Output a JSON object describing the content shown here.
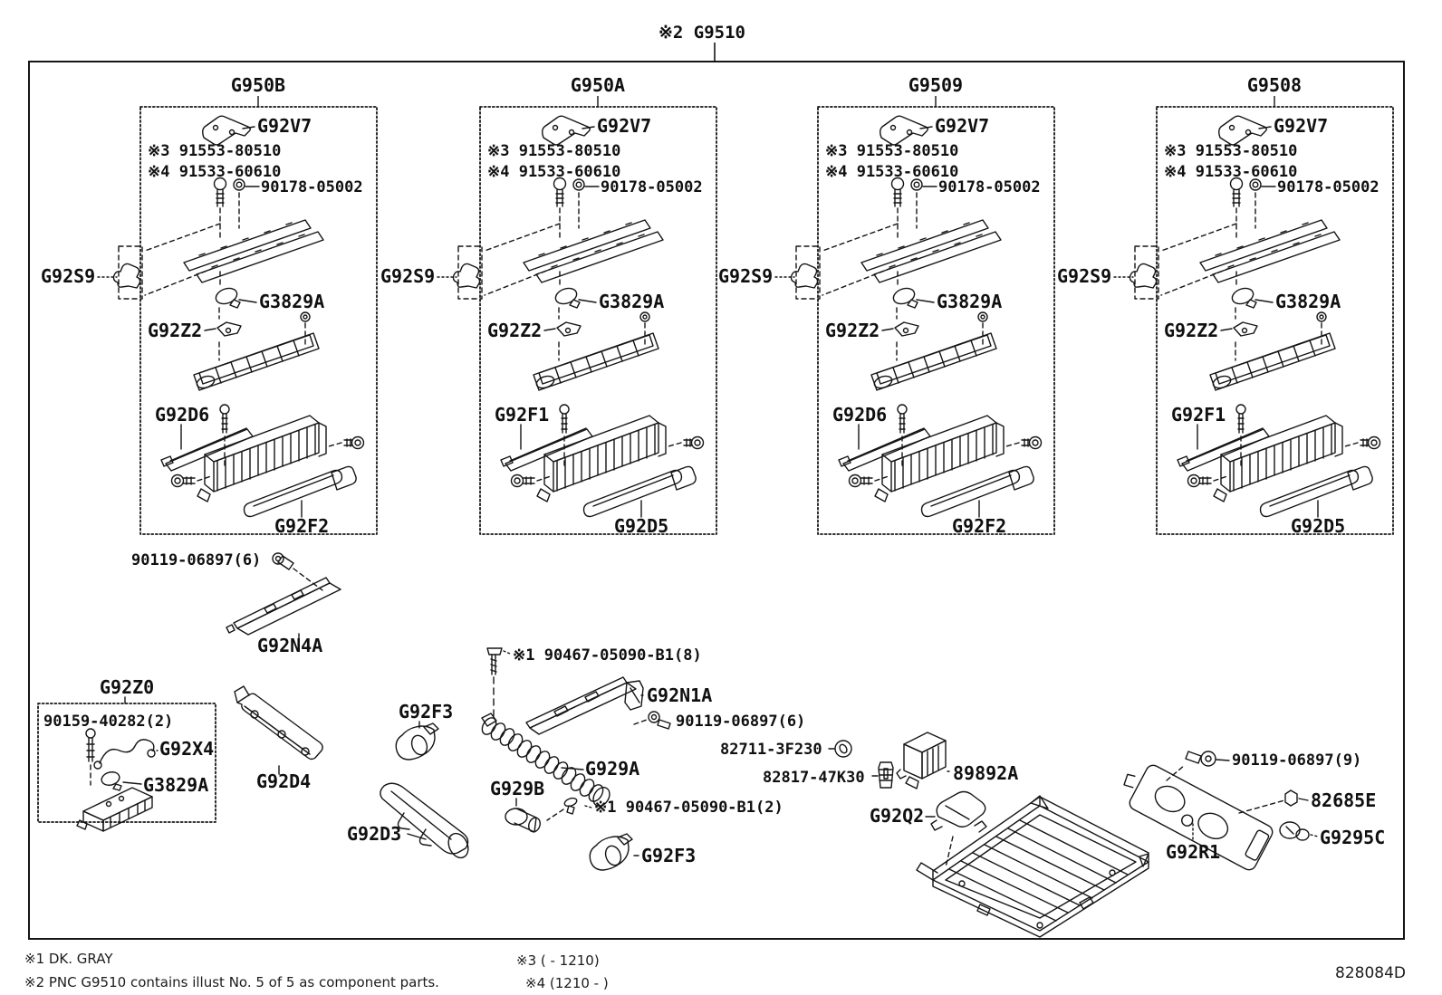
{
  "title": "※2 G9510",
  "doc_number": "828084D",
  "boxes": [
    {
      "label": "G950B",
      "side": "G92S9",
      "bracket": "G92V7",
      "note3": "※3 91553-80510",
      "note4": "※4 91533-60610",
      "bolt": "90178-05002",
      "clamp": "G3829A",
      "stopper": "G92Z2",
      "plate": "G92D6",
      "cover": "G92F2"
    },
    {
      "label": "G950A",
      "side": "G92S9",
      "bracket": "G92V7",
      "note3": "※3 91553-80510",
      "note4": "※4 91533-60610",
      "bolt": "90178-05002",
      "clamp": "G3829A",
      "stopper": "G92Z2",
      "plate": "G92F1",
      "cover": "G92D5"
    },
    {
      "label": "G9509",
      "side": "G92S9",
      "bracket": "G92V7",
      "note3": "※3 91553-80510",
      "note4": "※4 91533-60610",
      "bolt": "90178-05002",
      "clamp": "G3829A",
      "stopper": "G92Z2",
      "plate": "G92D6",
      "cover": "G92F2"
    },
    {
      "label": "G9508",
      "side": "G92S9",
      "bracket": "G92V7",
      "note3": "※3 91553-80510",
      "note4": "※4 91533-60610",
      "bolt": "90178-05002",
      "clamp": "G3829A",
      "stopper": "G92Z2",
      "plate": "G92F1",
      "cover": "G92D5"
    }
  ],
  "callouts": {
    "bolt_6897_6_a": "90119-06897(6)",
    "rail_n4a": "G92N4A",
    "zbox_label": "G92Z0",
    "zbox_screw": "90159-40282(2)",
    "zbox_wire": "G92X4",
    "zbox_clamp": "G3829A",
    "duct_d4": "G92D4",
    "duct_f3_a": "G92F3",
    "screw_8": "※1 90467-05090-B1(8)",
    "rail_n1a": "G92N1A",
    "bolt_6897_6_b": "90119-06897(6)",
    "hose_a": "G929A",
    "hose_b": "G929B",
    "screw_2": "※1 90467-05090-B1(2)",
    "duct_f3_b": "G92F3",
    "duct_d3": "G92D3",
    "grommet_3f230": "82711-3F230",
    "clip_47k30": "82817-47K30",
    "ecu": "89892A",
    "bracket_q2": "G92Q2",
    "panel_r1": "G92R1",
    "bolt_6897_9": "90119-06897(9)",
    "clip_82685e": "82685E",
    "grommet_9295c": "G9295C"
  },
  "footnotes": {
    "n1": "※1 DK. GRAY",
    "n2": "※2 PNC G9510 contains illust No. 5 of 5 as component parts.",
    "n3": "※3 (    - 1210)",
    "n4": "※4 (1210 -    )"
  }
}
